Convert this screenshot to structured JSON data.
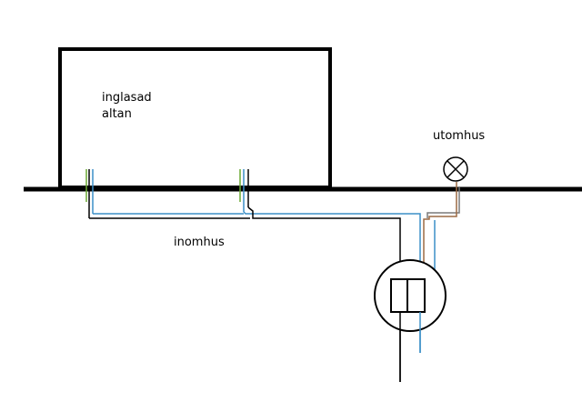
{
  "labels": {
    "room_line1": "inglasad",
    "room_line2": "altan",
    "outdoor": "utomhus",
    "indoor": "inomhus"
  },
  "colors": {
    "structure": "#000000",
    "wire_black": "#000000",
    "wire_blue": "#3b8fc7",
    "wire_brown": "#9b6a44",
    "wire_green": "#6aa832",
    "wire_gray": "#7a7a7a"
  },
  "icons": {
    "lamp": "lamp-symbol-icon",
    "switch": "double-switch-icon"
  }
}
